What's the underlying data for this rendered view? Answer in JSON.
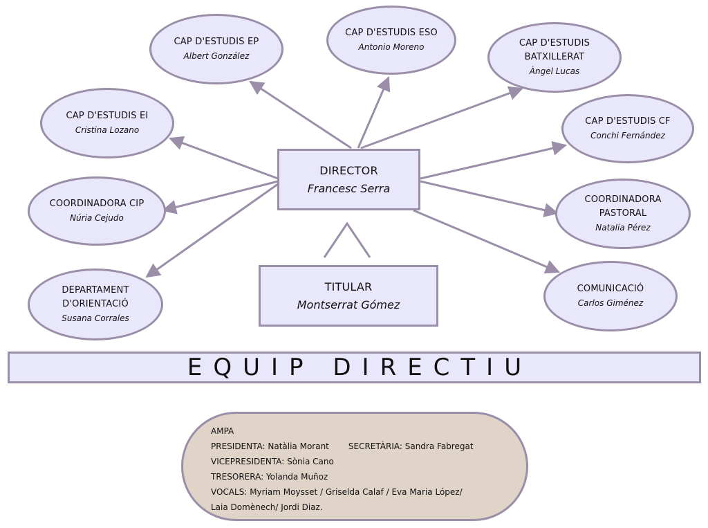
{
  "director": {
    "role": "DIRECTOR",
    "name": "Francesc Serra"
  },
  "titular": {
    "role": "TITULAR",
    "name": "Montserrat Gómez"
  },
  "nodes": {
    "cap_ep": {
      "role": "CAP D'ESTUDIS EP",
      "name": "Albert González"
    },
    "cap_eso": {
      "role": "CAP D'ESTUDIS ESO",
      "name": "Antonio Moreno"
    },
    "cap_batx_role1": "CAP D'ESTUDIS",
    "cap_batx_role2": "BATXILLERAT",
    "cap_batx_name": "Àngel Lucas",
    "cap_ei": {
      "role": "CAP D'ESTUDIS EI",
      "name": "Cristina Lozano"
    },
    "cap_cf": {
      "role": "CAP D'ESTUDIS CF",
      "name": "Conchi Fernández"
    },
    "coord_cip": {
      "role": "COORDINADORA CIP",
      "name": "Núria Cejudo"
    },
    "coord_past_role1": "COORDINADORA",
    "coord_past_role2": "PASTORAL",
    "coord_past_name": "Natalia Pérez",
    "dept_role1": "DEPARTAMENT",
    "dept_role2": "D'ORIENTACIÓ",
    "dept_name": "Susana Corrales",
    "comunicacio": {
      "role": "COMUNICACIÓ",
      "name": "Carlos Giménez"
    }
  },
  "banner": "EQUIP DIRECTIU",
  "ampa": {
    "title": "AMPA",
    "presidenta": "PRESIDENTA: Natàlia Morant",
    "secretaria": "SECRETÀRIA: Sandra Fabregat",
    "vicepresidenta": "VICEPRESIDENTA: Sònia Cano",
    "tresorera": "TRESORERA: Yolanda Muñoz",
    "vocals1": "VOCALS: Myriam Moysset / Griselda Calaf / Eva Maria López/",
    "vocals2": "Laia Domènech/ Jordi Diaz."
  },
  "colors": {
    "node_fill": "#e9e7fb",
    "node_border": "#9a8ea8",
    "ampa_fill": "#e0d4c8",
    "connector": "#9a8ea8"
  }
}
